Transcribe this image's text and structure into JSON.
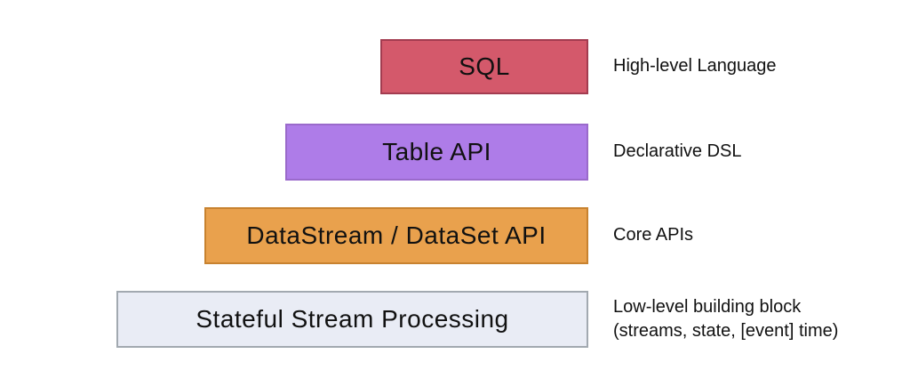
{
  "layers": [
    {
      "label": "SQL",
      "annotation_lines": [
        "High-level Language"
      ],
      "fill": "#D4596B",
      "stroke": "#A33C50"
    },
    {
      "label": "Table API",
      "annotation_lines": [
        "Declarative DSL"
      ],
      "fill": "#AE7CE8",
      "stroke": "#9A6ACB"
    },
    {
      "label": "DataStream / DataSet API",
      "annotation_lines": [
        "Core APIs"
      ],
      "fill": "#E9A14D",
      "stroke": "#C8822F"
    },
    {
      "label": "Stateful Stream Processing",
      "annotation_lines": [
        "Low-level building block",
        "(streams, state, [event] time)"
      ],
      "fill": "#E9ECF5",
      "stroke": "#A2A9B0"
    }
  ]
}
